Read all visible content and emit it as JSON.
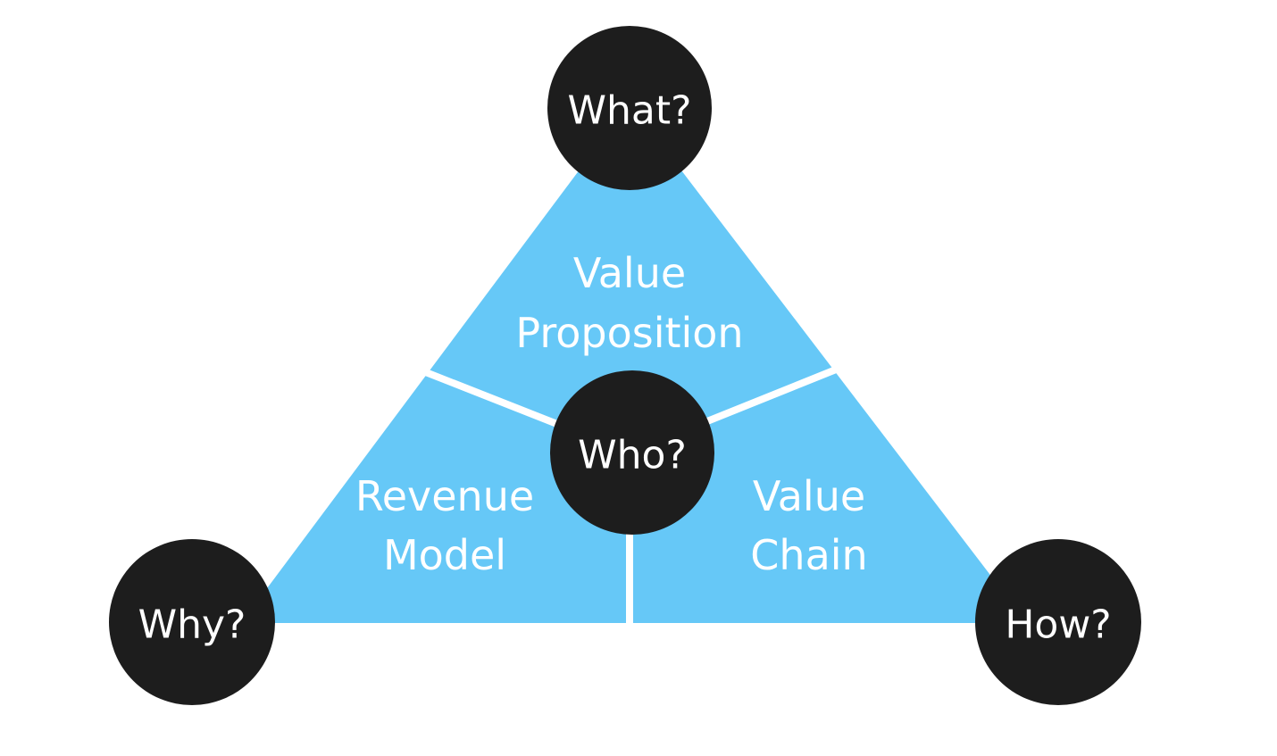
{
  "colors": {
    "triangle_fill": "#66c8f7",
    "circle_fill": "#1d1d1d",
    "divider": "#ffffff",
    "text": "#ffffff",
    "background": "#ffffff"
  },
  "regions": {
    "top": {
      "line1": "Value",
      "line2": "Proposition"
    },
    "left": {
      "line1": "Revenue",
      "line2": "Model"
    },
    "right": {
      "line1": "Value",
      "line2": "Chain"
    }
  },
  "nodes": {
    "top": "What?",
    "center": "Who?",
    "left": "Why?",
    "right": "How?"
  }
}
